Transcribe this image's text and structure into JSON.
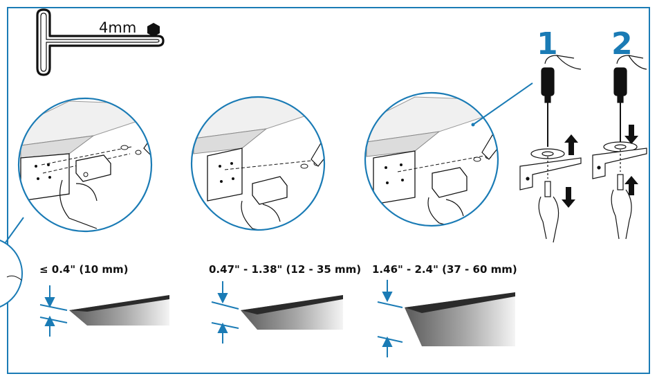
{
  "tool": {
    "size_label": "4mm",
    "icon": "hex-key-icon"
  },
  "steps": [
    {
      "number": "1"
    },
    {
      "number": "2"
    }
  ],
  "thickness_ranges": [
    {
      "label": "≤ 0.4\" (10 mm)"
    },
    {
      "label": "0.47\" - 1.38\" (12 - 35 mm)"
    },
    {
      "label": "1.46\" - 2.4\" (37 - 60 mm)"
    }
  ],
  "colors": {
    "frame": "#1a7bb5",
    "accent": "#1a7bb5",
    "line": "#111111",
    "shade": "#8a8a8a"
  }
}
